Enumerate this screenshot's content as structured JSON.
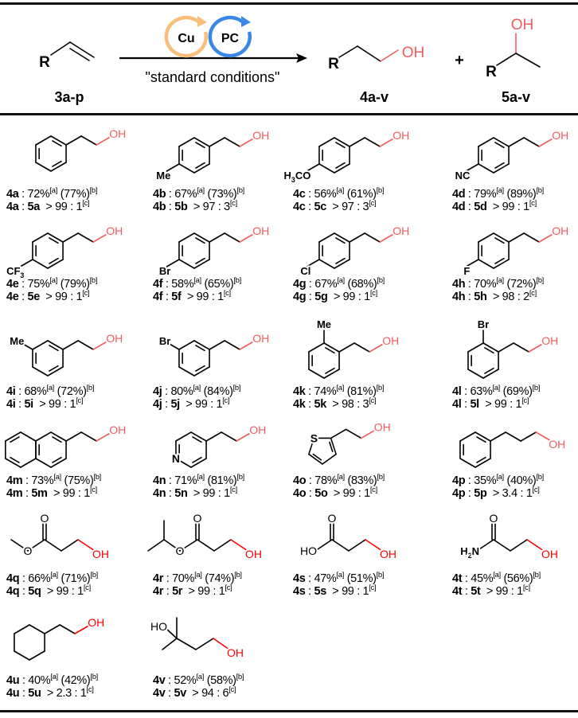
{
  "colors": {
    "oh_salmon": "#f25c5c",
    "oh_red": "#ff0000",
    "cu_cycle": "#f9bd7c",
    "pc_cycle": "#3b87e6",
    "bond": "#000000"
  },
  "header": {
    "substrate_r": "R",
    "substrate_label": "3a-p",
    "catalyst_cu": "Cu",
    "catalyst_pc": "PC",
    "conditions": "\"standard conditions\"",
    "product_r": "R",
    "product_oh": "OH",
    "product_label": "4a-v",
    "plus": "+",
    "side_r": "R",
    "side_oh": "OH",
    "side_label": "5a-v"
  },
  "footnotes": {
    "a": "[a]",
    "b": "[b]",
    "c": "[c]"
  },
  "separator": ":",
  "entries": [
    {
      "id": "4a",
      "minor": "5a",
      "yield_a": "72%",
      "yield_b": "(77%)",
      "ratio": "> 99 : 1",
      "labels": [
        [
          "OH"
        ]
      ]
    },
    {
      "id": "4b",
      "minor": "5b",
      "yield_a": "67%",
      "yield_b": "(73%)",
      "ratio": "> 97 : 3",
      "labels": [
        [
          "Me"
        ],
        [
          "OH"
        ]
      ]
    },
    {
      "id": "4c",
      "minor": "5c",
      "yield_a": "56%",
      "yield_b": "(61%)",
      "ratio": "> 97 : 3",
      "labels": [
        [
          "H",
          "3",
          "CO"
        ],
        [
          "OH"
        ]
      ]
    },
    {
      "id": "4d",
      "minor": "5d",
      "yield_a": "79%",
      "yield_b": "(89%)",
      "ratio": "> 99 : 1",
      "labels": [
        [
          "NC"
        ],
        [
          "OH"
        ]
      ]
    },
    {
      "id": "4e",
      "minor": "5e",
      "yield_a": "75%",
      "yield_b": "(79%)",
      "ratio": "> 99 : 1",
      "labels": [
        [
          "CF",
          "3"
        ],
        [
          "OH"
        ]
      ]
    },
    {
      "id": "4f",
      "minor": "5f",
      "yield_a": "58%",
      "yield_b": "(65%)",
      "ratio": "> 99 : 1",
      "labels": [
        [
          "Br"
        ],
        [
          "OH"
        ]
      ]
    },
    {
      "id": "4g",
      "minor": "5g",
      "yield_a": "67%",
      "yield_b": "(68%)",
      "ratio": "> 99 : 1",
      "labels": [
        [
          "Cl"
        ],
        [
          "OH"
        ]
      ]
    },
    {
      "id": "4h",
      "minor": "5h",
      "yield_a": "70%",
      "yield_b": "(72%)",
      "ratio": "> 98 : 2",
      "labels": [
        [
          "F"
        ],
        [
          "OH"
        ]
      ]
    },
    {
      "id": "4i",
      "minor": "5i",
      "yield_a": "68%",
      "yield_b": "(72%)",
      "ratio": "> 99 : 1",
      "labels": [
        [
          "Me"
        ],
        [
          "OH"
        ]
      ]
    },
    {
      "id": "4j",
      "minor": "5j",
      "yield_a": "80%",
      "yield_b": "(84%)",
      "ratio": "> 99 : 1",
      "labels": [
        [
          "Br"
        ],
        [
          "OH"
        ]
      ]
    },
    {
      "id": "4k",
      "minor": "5k",
      "yield_a": "74%",
      "yield_b": "(81%)",
      "ratio": "> 98 : 3",
      "labels": [
        [
          "Me"
        ],
        [
          "OH"
        ]
      ]
    },
    {
      "id": "4l",
      "minor": "5l",
      "yield_a": "63%",
      "yield_b": "(69%)",
      "ratio": "> 99 : 1",
      "labels": [
        [
          "Br"
        ],
        [
          "OH"
        ]
      ]
    },
    {
      "id": "4m",
      "minor": "5m",
      "yield_a": "73%",
      "yield_b": "(75%)",
      "ratio": "> 99 : 1",
      "labels": [
        [
          "OH"
        ]
      ]
    },
    {
      "id": "4n",
      "minor": "5n",
      "yield_a": "71%",
      "yield_b": "(81%)",
      "ratio": "> 99 : 1",
      "labels": [
        [
          "N"
        ],
        [
          "OH"
        ]
      ]
    },
    {
      "id": "4o",
      "minor": "5o",
      "yield_a": "78%",
      "yield_b": "(83%)",
      "ratio": "> 99 : 1",
      "labels": [
        [
          "S"
        ],
        [
          "OH"
        ]
      ]
    },
    {
      "id": "4p",
      "minor": "5p",
      "yield_a": "35%",
      "yield_b": "(40%)",
      "ratio": "> 3.4 : 1",
      "labels": [
        [
          "OH"
        ]
      ]
    },
    {
      "id": "4q",
      "minor": "5q",
      "yield_a": "66%",
      "yield_b": "(71%)",
      "ratio": "> 99 : 1",
      "labels": [
        [
          "O"
        ],
        [
          "O"
        ],
        [
          "OH"
        ]
      ]
    },
    {
      "id": "4r",
      "minor": "5r",
      "yield_a": "70%",
      "yield_b": "(74%)",
      "ratio": "> 99 : 1",
      "labels": [
        [
          "O"
        ],
        [
          "O"
        ],
        [
          "OH"
        ]
      ]
    },
    {
      "id": "4s",
      "minor": "5s",
      "yield_a": "47%",
      "yield_b": "(51%)",
      "ratio": "> 99 : 1",
      "labels": [
        [
          "HO"
        ],
        [
          "O"
        ],
        [
          "OH"
        ]
      ]
    },
    {
      "id": "4t",
      "minor": "5t",
      "yield_a": "45%",
      "yield_b": "(56%)",
      "ratio": "> 99 : 1",
      "labels": [
        [
          "H",
          "2",
          "N"
        ],
        [
          "O"
        ],
        [
          "OH"
        ]
      ]
    },
    {
      "id": "4u",
      "minor": "5u",
      "yield_a": "40%",
      "yield_b": "(42%)",
      "ratio": "> 2.3 : 1",
      "labels": [
        [
          "OH"
        ]
      ]
    },
    {
      "id": "4v",
      "minor": "5v",
      "yield_a": "52%",
      "yield_b": "(58%)",
      "ratio": "> 94 : 6",
      "labels": [
        [
          "HO"
        ],
        [
          "OH"
        ]
      ]
    }
  ]
}
